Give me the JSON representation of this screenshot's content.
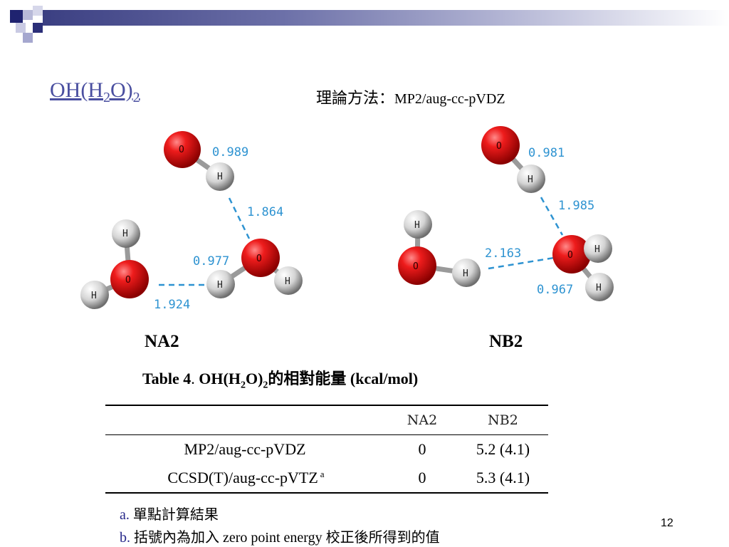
{
  "slide": {
    "title_main": "OH(H",
    "title_sub1": "2",
    "title_mid": "O)",
    "title_sub2": "2",
    "method_label": "理論方法：",
    "method_value": "MP2/aug-cc-pVDZ",
    "page_number": "12"
  },
  "structures": {
    "na2": {
      "name": "NA2",
      "atoms": [
        "O",
        "H",
        "H",
        "O",
        "H",
        "O",
        "H",
        "H"
      ],
      "bonds": [
        "0.989",
        "1.864",
        "0.977",
        "1.924"
      ]
    },
    "nb2": {
      "name": "NB2",
      "atoms": [
        "O",
        "H",
        "H",
        "O",
        "H",
        "O",
        "H",
        "H"
      ],
      "bonds": [
        "0.981",
        "1.985",
        "2.163",
        "0.967"
      ]
    }
  },
  "table": {
    "caption_prefix": "Table 4",
    "caption_dot": ".",
    "caption_formula_a": " OH(H",
    "caption_sub1": "2",
    "caption_formula_b": "O)",
    "caption_sub2": "2",
    "caption_suffix": "的相對能量 (kcal/mol)",
    "columns": [
      "",
      "NA2",
      "NB2"
    ],
    "rows": [
      {
        "method": "MP2/aug-cc-pVDZ",
        "mark": "",
        "na2": "0",
        "nb2": "5.2 (4.1)"
      },
      {
        "method": "CCSD(T)/aug-cc-pVTZ",
        "mark": "a",
        "na2": "0",
        "nb2": "5.3 (4.1)"
      }
    ]
  },
  "notes": [
    {
      "key": "a.",
      "text": " 單點計算結果"
    },
    {
      "key": "b.",
      "text": " 括號內為加入 zero point energy 校正後所得到的值"
    }
  ],
  "colors": {
    "accent": "#4a4fa0",
    "oxygen": "#e0101a",
    "hydrogen": "#d8d8d8",
    "bond_label": "#2e93d1"
  }
}
